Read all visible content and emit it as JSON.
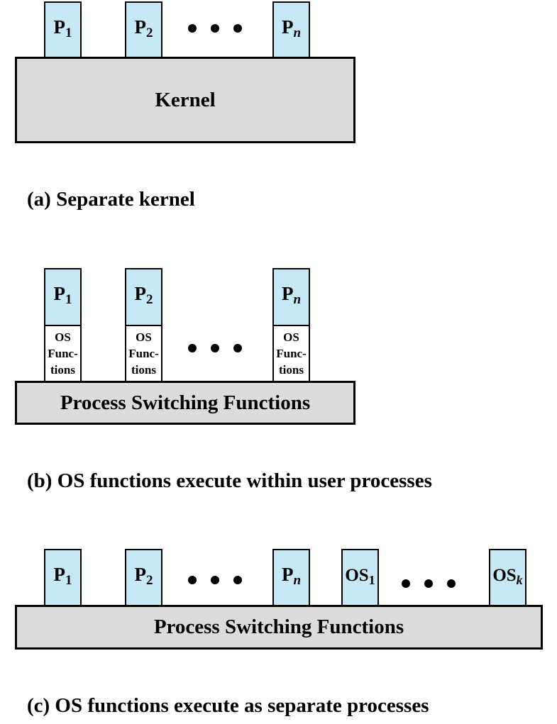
{
  "diagrams": {
    "a": {
      "processes": [
        {
          "main": "P",
          "sub": "1"
        },
        {
          "main": "P",
          "sub": "2"
        },
        {
          "main": "P",
          "sub": "n"
        }
      ],
      "kernel_label": "Kernel",
      "caption": "(a) Separate kernel"
    },
    "b": {
      "processes": [
        {
          "main": "P",
          "sub": "1"
        },
        {
          "main": "P",
          "sub": "2"
        },
        {
          "main": "P",
          "sub": "n"
        }
      ],
      "os_functions": [
        "OS",
        "Func-",
        "tions"
      ],
      "base_label": "Process Switching Functions",
      "caption": "(b) OS functions execute within user processes"
    },
    "c": {
      "processes": [
        {
          "main": "P",
          "sub": "1"
        },
        {
          "main": "P",
          "sub": "2"
        },
        {
          "main": "P",
          "sub": "n"
        }
      ],
      "os_processes": [
        {
          "main": "OS",
          "sub": "1"
        },
        {
          "main": "OS",
          "sub": "k"
        }
      ],
      "base_label": "Process Switching Functions",
      "caption": "(c) OS functions execute as separate processes"
    }
  },
  "colors": {
    "process_fill": "#c6e9f5",
    "base_fill": "#dcdcdc",
    "stroke": "#000000"
  }
}
